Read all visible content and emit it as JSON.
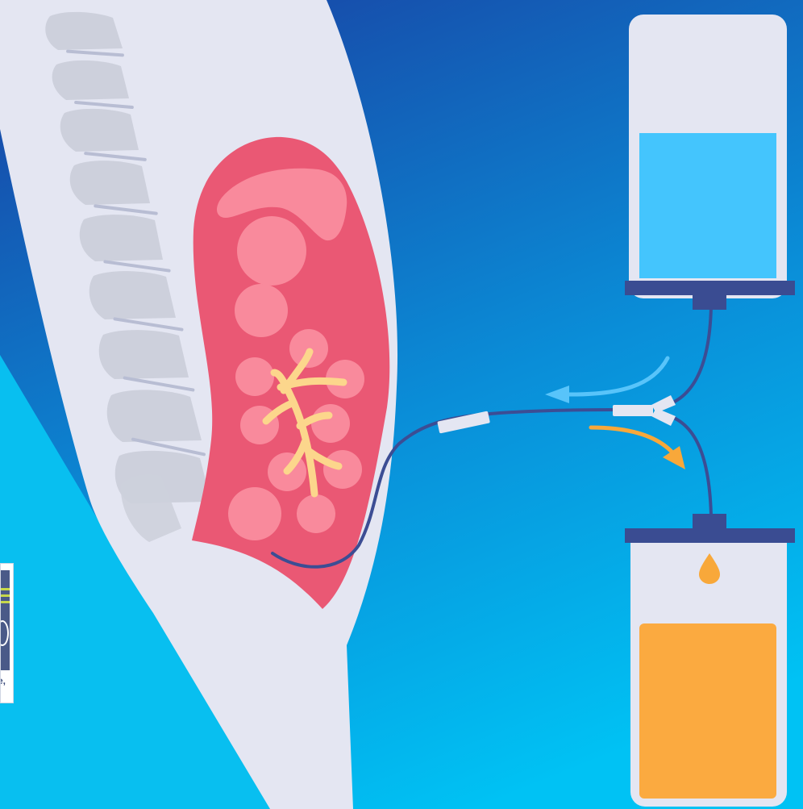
{
  "illustration": {
    "subject": "peritoneal-dialysis-exchange",
    "elements": [
      "spine",
      "abdomen",
      "peritoneum",
      "catheter",
      "fresh-solution-bag",
      "drainage-bag",
      "y-connector"
    ],
    "colors": {
      "background_top": "#1846a6",
      "background_bottom": "#00bff2",
      "foreground_band": "#08bff0",
      "body": "#e4e6f2",
      "vertebra": "#cdd0dc",
      "peritoneum": "#ea5874",
      "peritoneum_light": "#f98a9c",
      "vessels": "#fcd68c",
      "tubing": "#3c4d94",
      "fresh_solution": "#44c5fd",
      "fresh_flow_arrow": "#58c4fa",
      "drained_fluid": "#fbaa40",
      "drain_flow_arrow": "#f8a83a",
      "bag": "#e4e6f2",
      "bag_cap": "#3a4c92"
    },
    "fresh_bag_fill_level": 0.55,
    "drain_bag_fill_level": 0.72
  },
  "cutoff_card": {
    "visible_text": "e,"
  }
}
